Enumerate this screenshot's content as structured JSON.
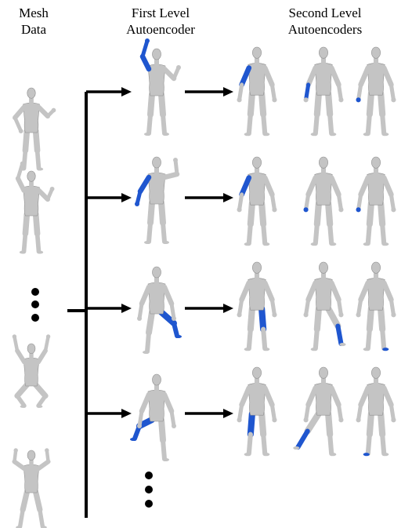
{
  "headers": {
    "mesh_data": "Mesh\nData",
    "first_level": "First Level\nAutoencoder",
    "second_level": "Second Level\nAutoencoders"
  },
  "colors": {
    "body": "#c4c4c4",
    "body_stroke": "#8e8e8e",
    "highlight": "#1f56cf",
    "arrow": "#000000"
  },
  "icons": {
    "figure": "human-mesh-figure",
    "ellipsis": "vertical-ellipsis-dots",
    "arrow": "right-arrow"
  },
  "mesh_data_column": [
    {
      "pose": "arms-down-bent"
    },
    {
      "pose": "arm-raised"
    },
    {
      "pose": "ellipsis"
    },
    {
      "pose": "crouch-arms-up"
    },
    {
      "pose": "arms-up-wide"
    }
  ],
  "first_level_rows": [
    {
      "pose": "arm-raised",
      "highlight": "right-arm"
    },
    {
      "pose": "arm-bent-up",
      "highlight": "right-arm"
    },
    {
      "pose": "leg-bent",
      "highlight": "right-leg"
    },
    {
      "pose": "leg-kick",
      "highlight": "left-leg"
    },
    {
      "pose": "ellipsis"
    }
  ],
  "second_level_rows": [
    [
      "right-shoulder",
      "right-forearm",
      "right-hand"
    ],
    [
      "right-shoulder",
      "right-hand",
      "right-hand"
    ],
    [
      "right-thigh",
      "right-shin",
      "right-foot"
    ],
    [
      "left-thigh",
      "left-shin",
      "left-foot"
    ]
  ]
}
